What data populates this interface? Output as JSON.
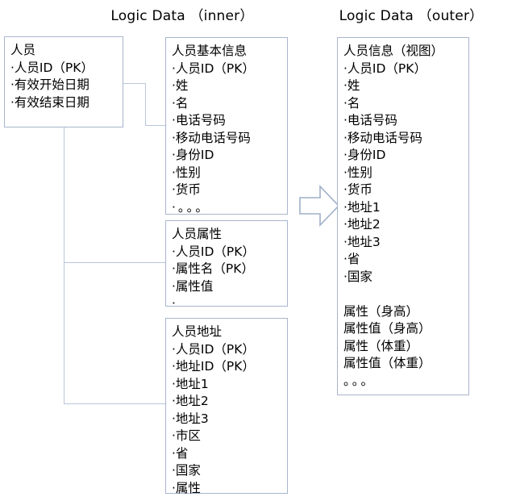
{
  "diagram": {
    "title_left": "Logic Data （inner）",
    "title_right": "Logic Data （outer）",
    "accent_color": "#a8b6cd",
    "connector_color": "#b9c6da",
    "background": "#ffffff"
  },
  "entities": {
    "person": {
      "title": "人员",
      "fields": [
        "·人员ID（PK）",
        "·有效开始日期",
        "·有效结束日期"
      ]
    },
    "person_basic": {
      "title": "人员基本信息",
      "fields": [
        "·人员ID（PK）",
        "·姓",
        "·名",
        "·电话号码",
        "·移动电话号码",
        "·身份ID",
        "·性别",
        "·货币",
        "·。。。"
      ]
    },
    "person_attribute": {
      "title": "人员属性",
      "fields": [
        "·人员ID（PK）",
        "·属性名（PK）",
        "·属性值",
        "·"
      ]
    },
    "person_address": {
      "title": "人员地址",
      "fields": [
        "·人员ID（PK）",
        "·地址ID（PK）",
        "·地址1",
        "·地址2",
        "·地址3",
        "·市区",
        "·省",
        "·国家",
        "·属性"
      ]
    },
    "person_view": {
      "title": "人员信息（视图）",
      "fields": [
        "·人员ID（PK）",
        "·姓",
        "·名",
        "·电话号码",
        "·移动电话号码",
        "·身份ID",
        "·性别",
        "·货币",
        "·地址1",
        "·地址2",
        "·地址3",
        "·省",
        "·国家",
        "",
        "属性（身高）",
        "属性值（身高）",
        "属性（体重）",
        "属性值（体重）",
        "。。。"
      ]
    }
  },
  "arrow": {
    "label": "transforms-to"
  }
}
